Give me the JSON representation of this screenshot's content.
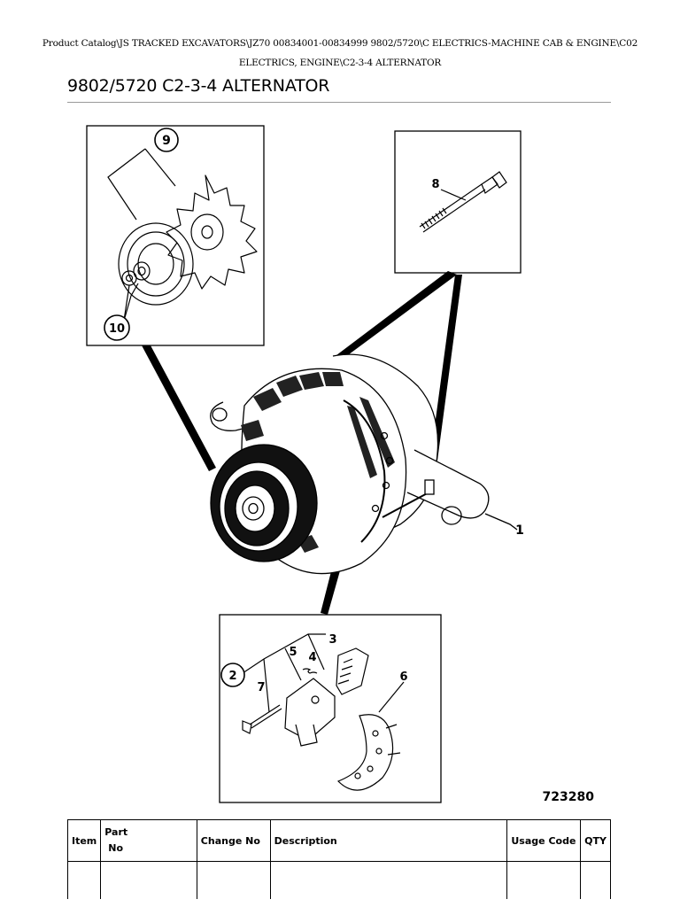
{
  "breadcrumb": {
    "line1": "Product Catalog\\JS TRACKED EXCAVATORS\\JZ70 00834001-00834999 9802/5720\\C ELECTRICS-MACHINE CAB & ENGINE\\C02",
    "line2": "ELECTRICS, ENGINE\\C2-3-4 ALTERNATOR"
  },
  "page_title": "9802/5720 C2-3-4 ALTERNATOR",
  "figure": {
    "callouts": {
      "c1": "1",
      "c2": "2",
      "c3": "3",
      "c4": "4",
      "c5": "5",
      "c6": "6",
      "c7": "7",
      "c8": "8",
      "c9": "9",
      "c10": "10"
    },
    "figure_number": "723280"
  },
  "table": {
    "headers": {
      "item": "Item",
      "part_no_line1": "Part",
      "part_no_line2": "No",
      "change_no": "Change No",
      "description": "Description",
      "usage_code": "Usage Code",
      "qty": "QTY"
    }
  }
}
